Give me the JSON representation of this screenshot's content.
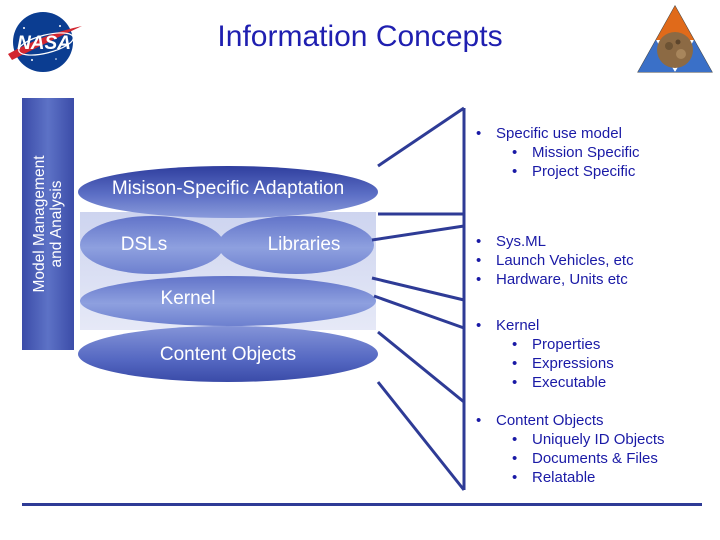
{
  "header": {
    "title": "Information Concepts",
    "nasa_logo_text": "NASA",
    "colors": {
      "title": "#1f1fb0",
      "nasa_blue": "#0b3d91",
      "nasa_red": "#d22630"
    }
  },
  "side_label": {
    "line1": "Model Management",
    "line2": "and Analysis"
  },
  "diagram": {
    "banner": "Misison-Specific Adaptation",
    "dsls": "DSLs",
    "libraries": "Libraries",
    "kernel": "Kernel",
    "content_objects": "Content Objects"
  },
  "bullet_groups": [
    {
      "title": "Specific use model",
      "items": [
        "Mission Specific",
        "Project Specific"
      ]
    },
    {
      "items": [
        "Sys.ML",
        "Launch Vehicles, etc",
        "Hardware, Units etc"
      ]
    },
    {
      "title": "Kernel",
      "items": [
        "Properties",
        "Expressions",
        "Executable"
      ]
    },
    {
      "title": "Content Objects",
      "items": [
        "Uniquely ID Objects",
        "Documents & Files",
        "Relatable"
      ]
    }
  ]
}
